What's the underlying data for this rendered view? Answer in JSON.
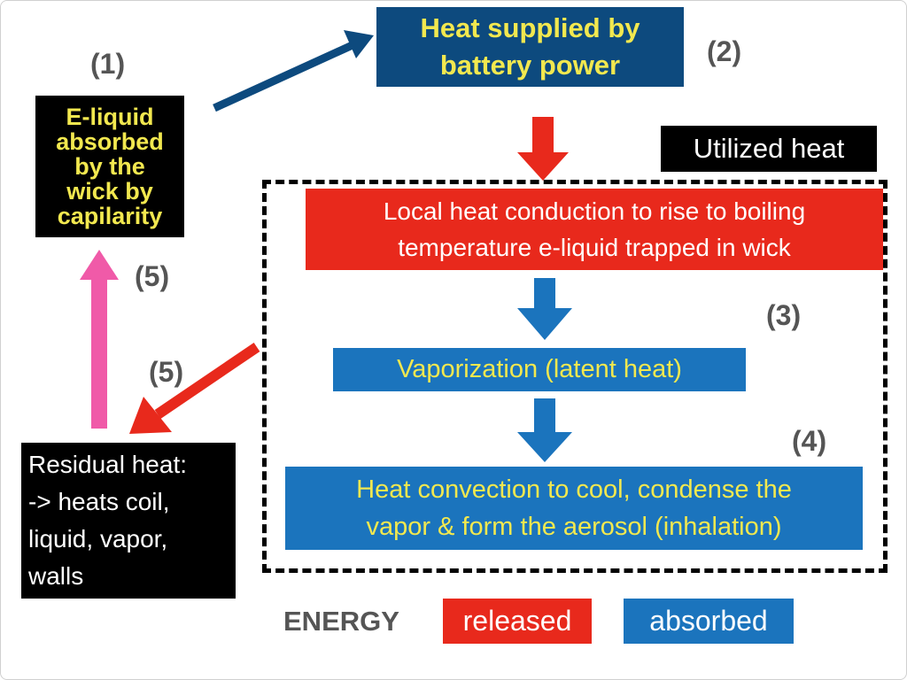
{
  "boxes": {
    "liquid": [
      "E-liquid",
      "absorbed",
      "by the",
      "wick by",
      "capilarity"
    ],
    "heat": [
      "Heat supplied by",
      "battery power"
    ],
    "utilized": "Utilized heat",
    "conduction": [
      "Local heat conduction to rise to boiling",
      "temperature e-liquid trapped in wick"
    ],
    "vaporization": "Vaporization (latent heat)",
    "convection": [
      "Heat convection to cool, condense the",
      "vapor & form the aerosol (inhalation)"
    ],
    "residual": [
      "Residual heat:",
      "-> heats coil,",
      "liquid, vapor,",
      "walls"
    ]
  },
  "labels": {
    "l1": "(1)",
    "l2": "(2)",
    "l3": "(3)",
    "l4": "(4)",
    "l5a": "(5)",
    "l5b": "(5)"
  },
  "legend": {
    "title": "ENERGY",
    "released": "released",
    "absorbed": "absorbed"
  },
  "colors": {
    "released": "#e8291c",
    "absorbed": "#1b74bd",
    "battery": "#0d4a7e",
    "highlight_text": "#f2e84f",
    "pink_arrow": "#f05aa8"
  }
}
